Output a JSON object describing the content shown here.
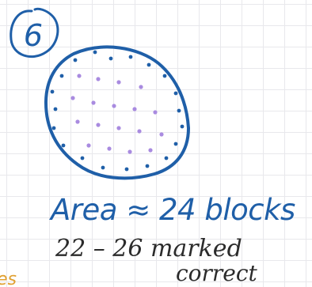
{
  "question": {
    "number": "6"
  },
  "answer": {
    "area_line": "Area ≈ 24 blocks",
    "range_line_1": "22 – 26 marked",
    "range_line_2": "correct"
  },
  "corner_fragment": "es",
  "colors": {
    "blue_ink": "#1f5fa8",
    "dark_ink": "#2b2b2b",
    "dot_purple": "#a98be0",
    "orange_ink": "#e0a030",
    "grid": "#e8e8ec"
  },
  "icons": {
    "question_marker": "circled-number-icon",
    "shape": "hand-drawn-blob-with-dots"
  }
}
